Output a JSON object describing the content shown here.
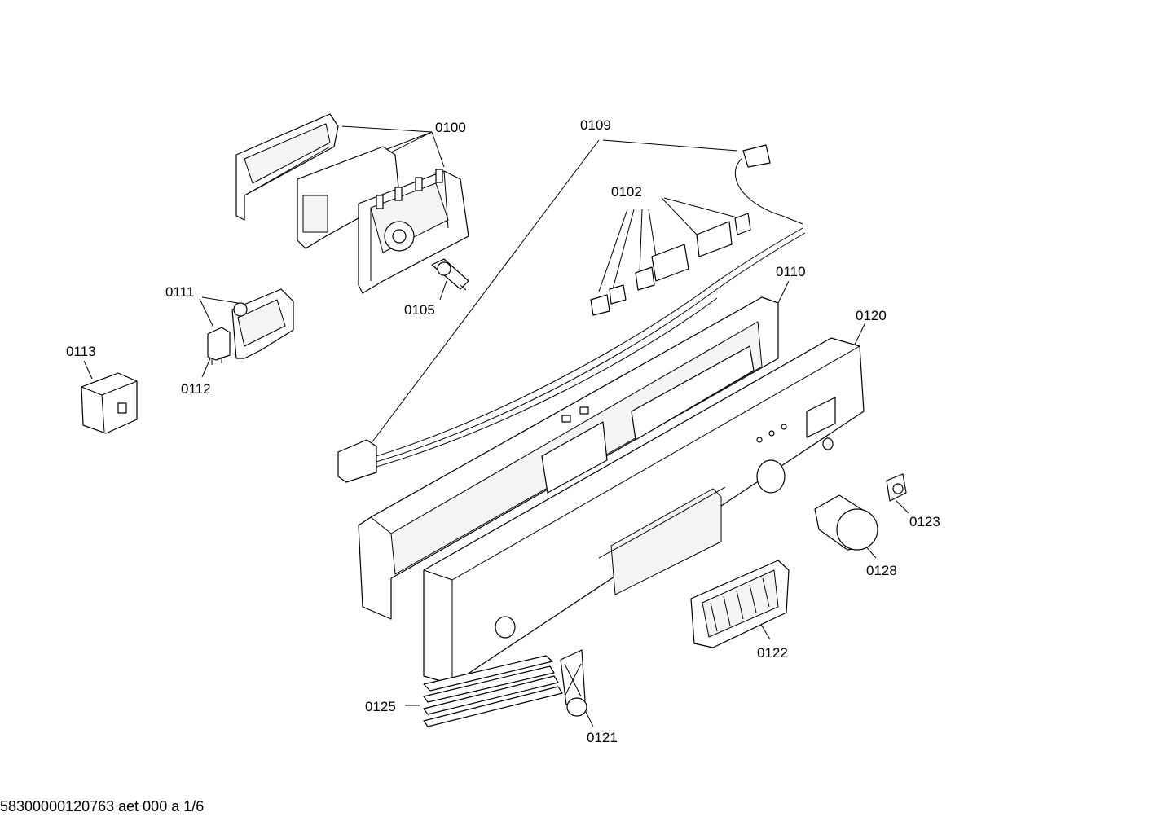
{
  "labels": {
    "p0100": "0100",
    "p0109": "0109",
    "p0102": "0102",
    "p0110": "0110",
    "p0111": "0111",
    "p0105": "0105",
    "p0120": "0120",
    "p0113": "0113",
    "p0112": "0112",
    "p0123": "0123",
    "p0128": "0128",
    "p0122": "0122",
    "p0125": "0125",
    "p0121": "0121"
  },
  "footer": "58300000120763 aet 000 a 1/6"
}
